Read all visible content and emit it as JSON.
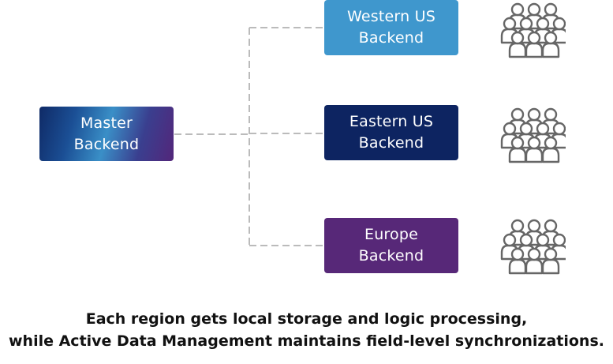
{
  "master": {
    "line1": "Master",
    "line2": "Backend"
  },
  "regions": [
    {
      "line1": "Western US",
      "line2": "Backend",
      "color": "#3f97cd"
    },
    {
      "line1": "Eastern US",
      "line2": "Backend",
      "color": "#0d2461"
    },
    {
      "line1": "Europe",
      "line2": "Backend",
      "color": "#572878"
    }
  ],
  "connector_color": "#bbbbbb",
  "people_icon": "people-group-icon",
  "people_color": "#666666",
  "caption": {
    "line1": "Each region gets local storage and logic processing,",
    "line2": "while Active Data Management maintains field-level synchronizations."
  }
}
